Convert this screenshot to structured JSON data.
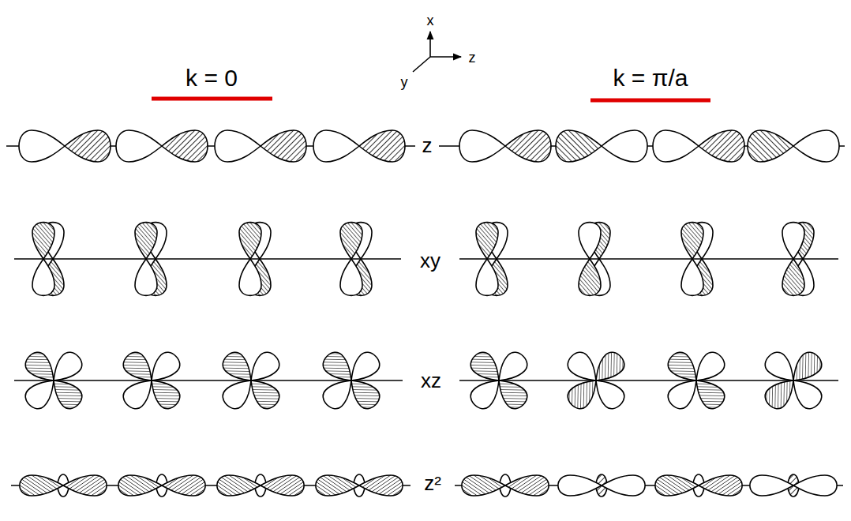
{
  "diagram": {
    "labels": [
      "x",
      "z",
      "y",
      "k = 0",
      "k = π/a",
      "z",
      "xy",
      "xz",
      "z²"
    ]
  }
}
